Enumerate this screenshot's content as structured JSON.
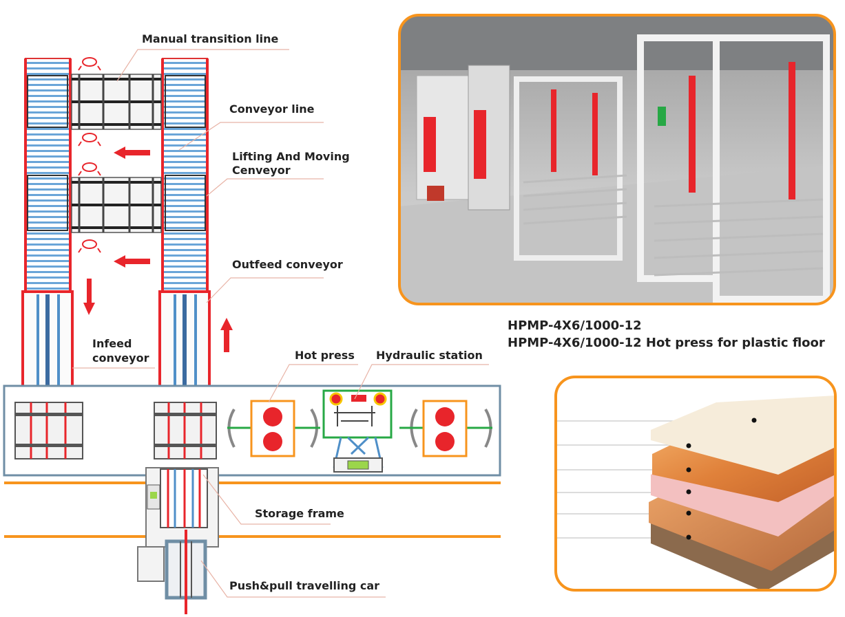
{
  "labels": {
    "manual_transition_line": "Manual transition line",
    "conveyor_line": "Conveyor line",
    "lifting_moving_1": "Lifting And Moving",
    "lifting_moving_2": "Cenveyor",
    "outfeed_conveyor": "Outfeed conveyor",
    "infeed_conveyor_1": "Infeed",
    "infeed_conveyor_2": "conveyor",
    "hot_press": "Hot press",
    "hydraulic_station": "Hydraulic station",
    "storage_frame": "Storage frame",
    "push_pull_car": "Push&pull travelling car"
  },
  "model": {
    "line1": "HPMP-4X6/1000-12",
    "line2": "HPMP-4X6/1000-12 Hot press for plastic floor"
  },
  "colors": {
    "accent_orange": "#f7941d",
    "frame_red": "#e8252b",
    "conveyor_blue": "#4f8fc8",
    "rail_green": "#27a845",
    "panel_border": "#6f8ea5"
  },
  "icons": [
    "arrow-left-icon",
    "arrow-down-icon",
    "arrow-up-icon",
    "rotation-icon"
  ],
  "photo": {
    "description_hidden": ""
  },
  "floor_layers": [
    "top-coat",
    "wood-decor",
    "pink-layer",
    "core-layer",
    "base-layer"
  ]
}
